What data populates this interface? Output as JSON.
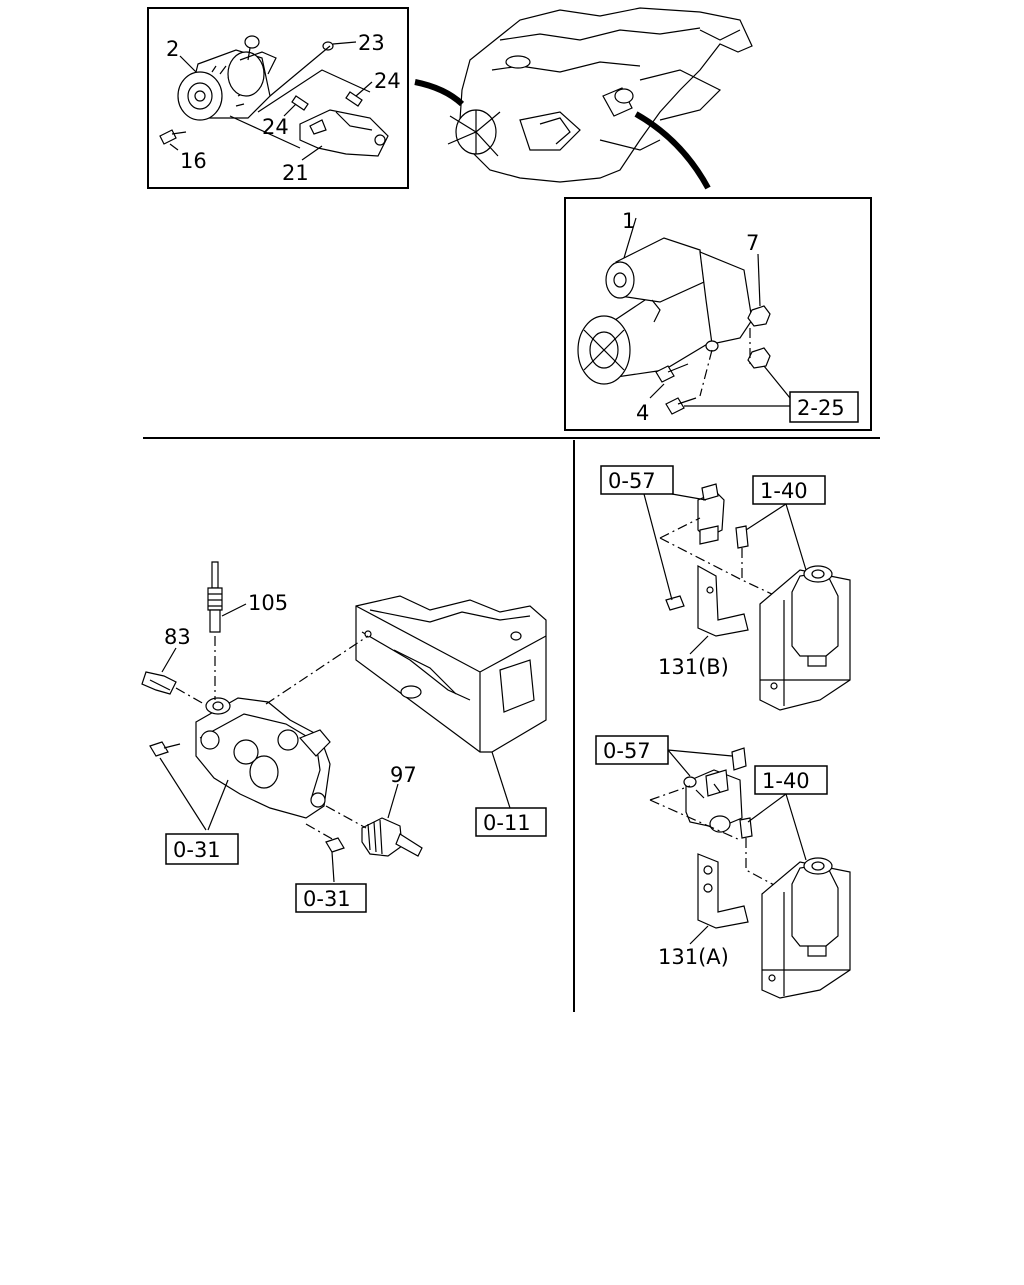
{
  "callouts": {
    "alternator": "2",
    "nut_23": "23",
    "bolt_24_upper": "24",
    "bolt_24_lower": "24",
    "bolt_16": "16",
    "bracket_21": "21",
    "starter": "1",
    "nut_7": "7",
    "bolt_4": "4",
    "glow_plug_105": "105",
    "sensor_83": "83",
    "sensor_97": "97",
    "bracket_131_b": "131(B)",
    "bracket_131_a": "131(A)"
  },
  "ref_boxes": {
    "ref_2_25": "2-25",
    "ref_0_11": "0-11",
    "ref_0_31_left": "0-31",
    "ref_0_31_bottom": "0-31",
    "ref_0_57_top": "0-57",
    "ref_1_40_top": "1-40",
    "ref_0_57_bottom": "0-57",
    "ref_1_40_bottom": "1-40"
  }
}
